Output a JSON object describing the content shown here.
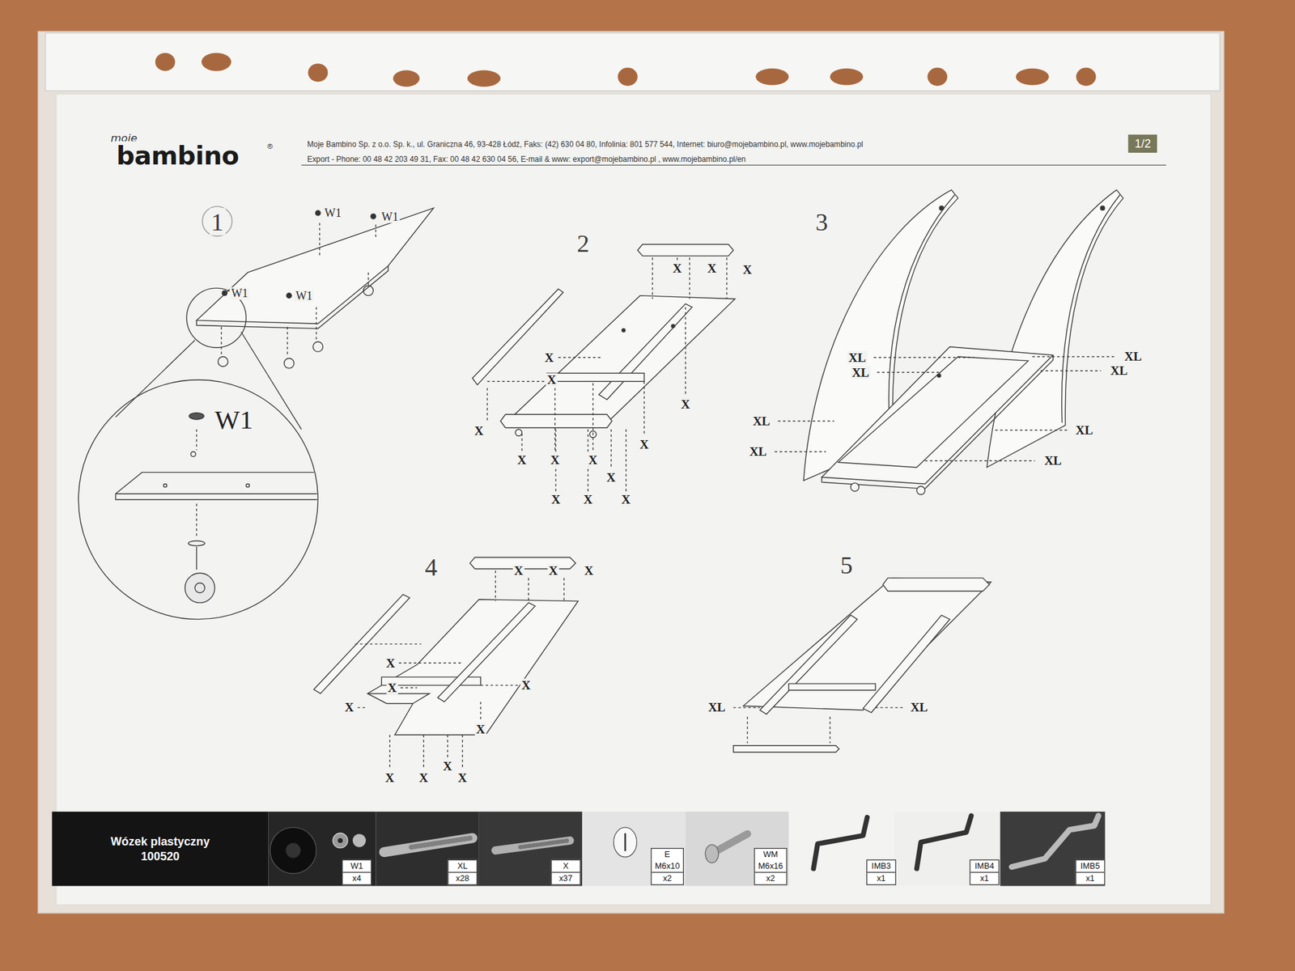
{
  "diagram": {
    "nodes": [
      {
        "text": [
          "Wózek plastyczny",
          "100520"
        ]
      },
      {
        "text": [
          "1/2"
        ]
      },
      {
        "text": [
          "W1",
          "x4"
        ]
      },
      {
        "text": [
          "XL",
          "x28"
        ]
      },
      {
        "text": [
          "X",
          "x37"
        ]
      },
      {
        "text": [
          "E",
          "M6x10",
          "x2"
        ]
      },
      {
        "text": [
          "WM",
          "M6x16",
          "x2"
        ]
      },
      {
        "text": [
          "IMB3",
          "x1"
        ]
      },
      {
        "text": [
          "IMB4",
          "x1"
        ]
      },
      {
        "text": [
          "IMB5",
          "x1"
        ]
      }
    ],
    "labels": [
      "moje",
      "bambino",
      "®",
      "Moje Bambino Sp. z o.o. Sp. k., ul. Graniczna 46, 93-428 Łódź, Faks: (42) 630 04 80, Infolinia: 801 577 544, Internet: biuro@mojebambino.pl, www.mojebambino.pl",
      "Export - Phone: 00 48 42 203 49 31, Fax: 00 48 42 630 04 56, E-mail & www: export@mojebambino.pl , www.mojebambino.pl/en",
      "1",
      "W1",
      "W1",
      "W1",
      "W1",
      "W1",
      "2",
      "X",
      "X",
      "X",
      "X",
      "X",
      "X",
      "X",
      "X",
      "X",
      "X",
      "X",
      "X",
      "X",
      "X",
      "X",
      "3",
      "XL",
      "XL",
      "XL",
      "XL",
      "XL",
      "XL",
      "XL",
      "XL",
      "4",
      "X",
      "X",
      "X",
      "X",
      "X",
      "X",
      "X",
      "X",
      "X",
      "X",
      "X",
      "X",
      "5",
      "XL",
      "XL"
    ]
  }
}
